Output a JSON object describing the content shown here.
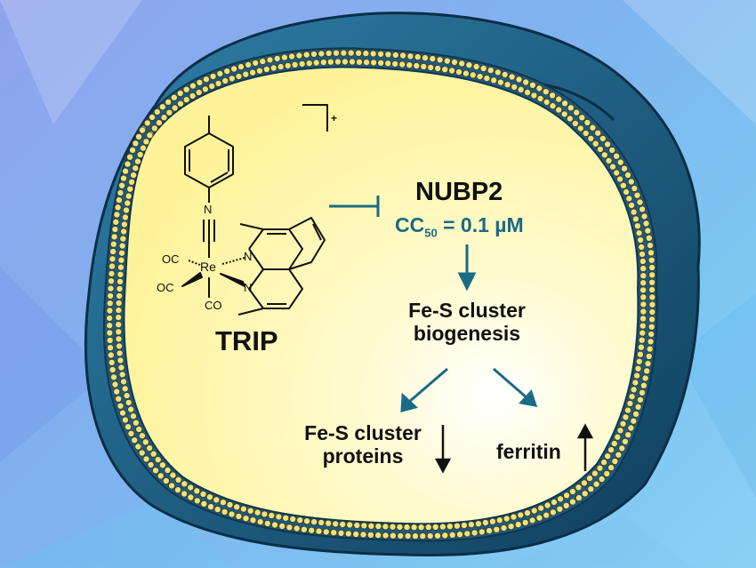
{
  "compound": {
    "name": "TRIP",
    "charge": "+",
    "atoms": {
      "n_isonitrile": "N",
      "metal": "Re",
      "n_phen_1": "N",
      "n_phen_2": "N",
      "co_1": "OC",
      "co_2": "OC",
      "co_3": "CO"
    }
  },
  "target": {
    "name": "NUBP2",
    "cc_prefix": "CC",
    "cc_subscript": "50",
    "cc_value": " = 0.1 µM"
  },
  "process": {
    "line1": "Fe-S cluster",
    "line2": "biogenesis"
  },
  "outcomes": {
    "fe_s_line1": "Fe-S cluster",
    "fe_s_line2": "proteins",
    "fe_s_trend": "down",
    "ferritin": "ferritin",
    "ferritin_trend": "up"
  },
  "colors": {
    "membrane": "#1e5a80",
    "membrane_dark": "#0f3652",
    "cell_fill": "#fff8b0",
    "accent_teal": "#1b6a86",
    "bead": "#f0e27a"
  }
}
